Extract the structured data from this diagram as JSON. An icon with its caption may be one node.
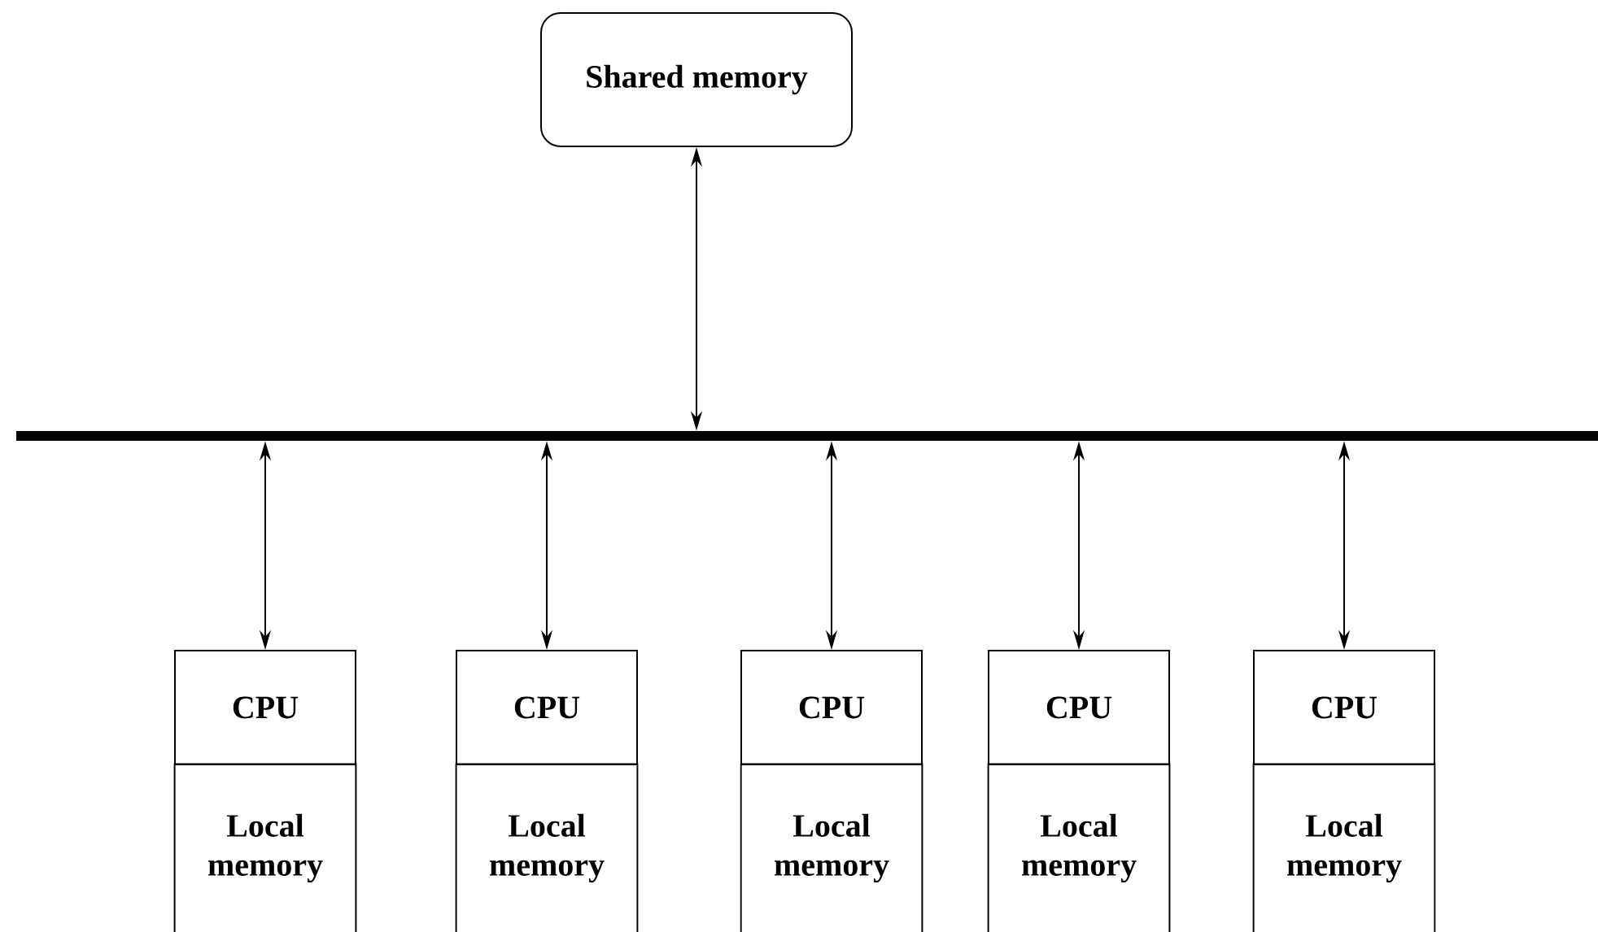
{
  "diagram": {
    "nodes": [
      {
        "text": [
          "Shared memory"
        ]
      },
      {
        "text": [],
        "shape": "bar"
      },
      {
        "text": [
          "CPU"
        ]
      },
      {
        "text": [
          "Local memory"
        ]
      },
      {
        "text": [
          "CPU"
        ]
      },
      {
        "text": [
          "Local memory"
        ]
      },
      {
        "text": [
          "CPU"
        ]
      },
      {
        "text": [
          "Local memory"
        ]
      },
      {
        "text": [
          "CPU"
        ]
      },
      {
        "text": [
          "Local memory"
        ]
      },
      {
        "text": [
          "CPU"
        ]
      },
      {
        "text": [
          "Local memory"
        ]
      }
    ],
    "edges": [
      {
        "from": 0,
        "to": 1,
        "arrow": "both"
      },
      {
        "from": 1,
        "to": 2,
        "arrow": "both"
      },
      {
        "from": 1,
        "to": 4,
        "arrow": "both"
      },
      {
        "from": 1,
        "to": 6,
        "arrow": "both"
      },
      {
        "from": 1,
        "to": 8,
        "arrow": "both"
      },
      {
        "from": 1,
        "to": 10,
        "arrow": "both"
      }
    ]
  }
}
